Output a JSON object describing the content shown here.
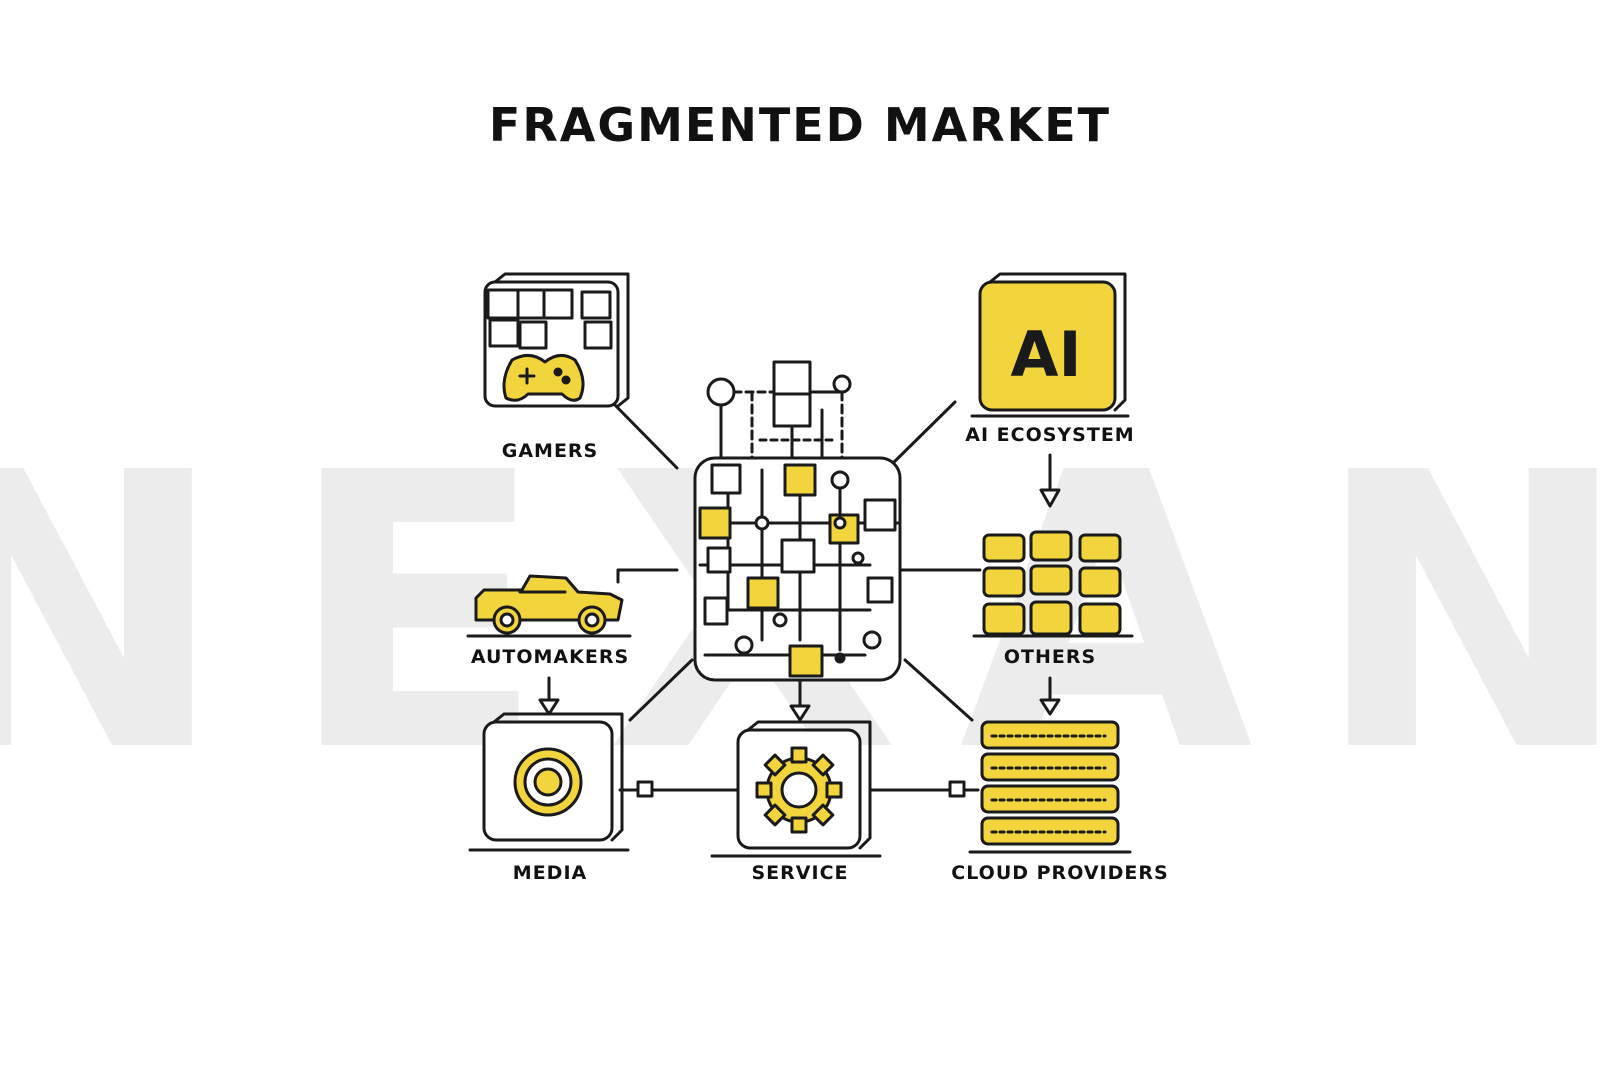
{
  "title": "FRAGMENTED MARKET",
  "watermark": "NEXAN",
  "icons": {
    "gamers": "gamepad-icon",
    "ai": "ai-chip-icon",
    "automakers": "car-icon",
    "others": "stacked-containers-icon",
    "media": "target-icon",
    "service": "gear-icon",
    "cloud": "server-rack-icon",
    "hub": "circuit-hub-icon"
  },
  "ai_chip_text": "AI",
  "nodes": {
    "gamers": "GAMERS",
    "ai_ecosystem": "AI ECOSYSTEM",
    "automakers": "AUTOMAKERS",
    "others": "OTHERS",
    "media": "MEDIA",
    "service": "SERVICE",
    "cloud_providers": "CLOUD PROVIDERS"
  },
  "colors": {
    "accent": "#f2d53c",
    "ink": "#1a1a1a",
    "watermark": "#ececec"
  }
}
